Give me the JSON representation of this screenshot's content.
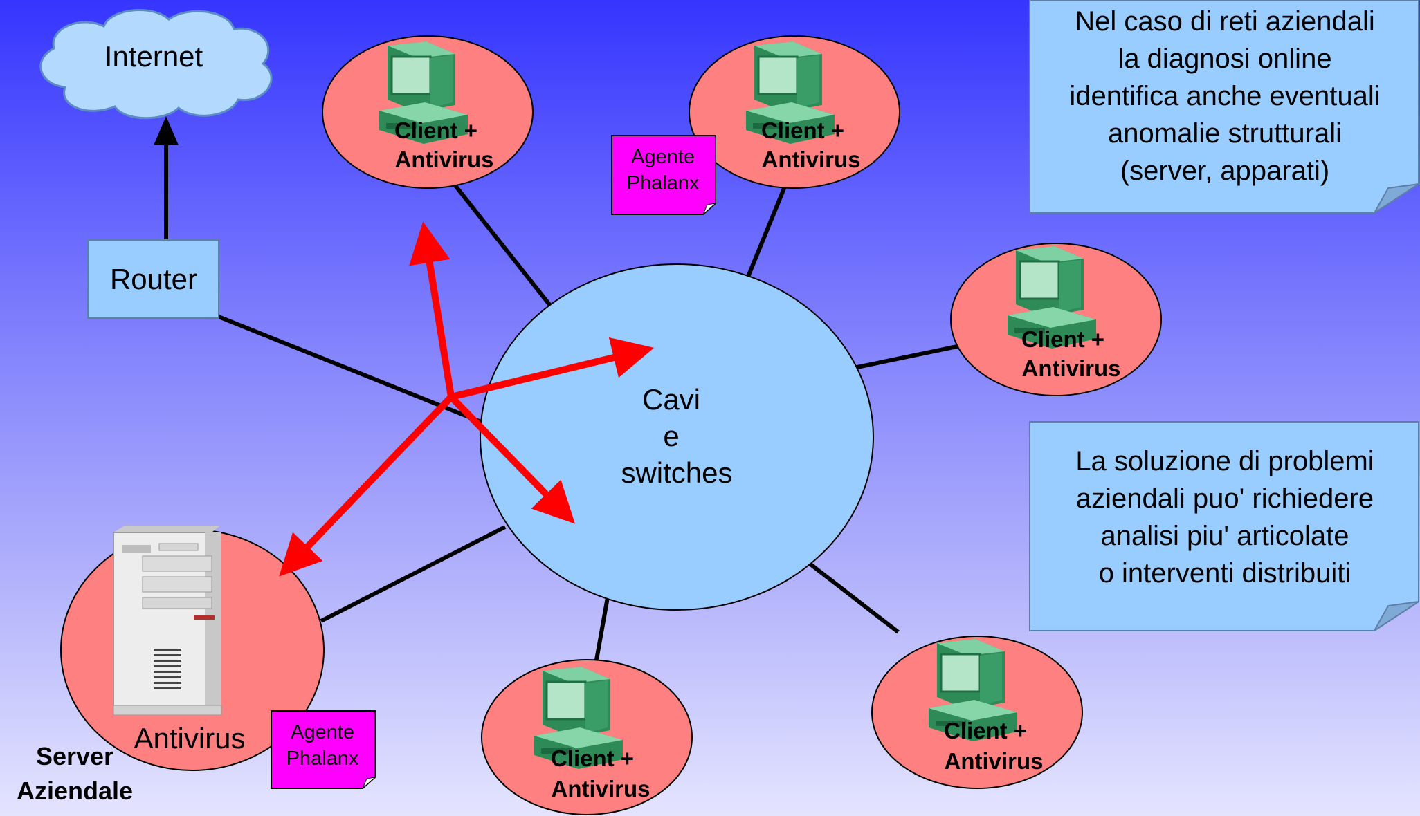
{
  "internet": {
    "label": "Internet"
  },
  "router": {
    "label": "Router"
  },
  "hub": {
    "line1": "Cavi",
    "line2": "e",
    "line3": "switches"
  },
  "clients": [
    {
      "line1": "Client +",
      "line2": "Antivirus"
    },
    {
      "line1": "Client +",
      "line2": "Antivirus"
    },
    {
      "line1": "Client +",
      "line2": "Antivirus"
    },
    {
      "line1": "Client +",
      "line2": "Antivirus"
    },
    {
      "line1": "Client +",
      "line2": "Antivirus"
    }
  ],
  "server": {
    "label": "Antivirus",
    "caption_line1": "Server",
    "caption_line2": "Aziendale"
  },
  "agent_notes": [
    {
      "line1": "Agente",
      "line2": "Phalanx"
    },
    {
      "line1": "Agente",
      "line2": "Phalanx"
    }
  ],
  "callouts": [
    {
      "lines": [
        "Nel caso di reti aziendali",
        "la diagnosi online",
        "identifica anche eventuali",
        "anomalie strutturali",
        "(server, apparati)"
      ]
    },
    {
      "lines": [
        "La soluzione di problemi",
        "aziendali puo' richiedere",
        "analisi piu' articolate",
        "o interventi distribuiti"
      ]
    }
  ],
  "colors": {
    "node_fill": "#ff8080",
    "hub_fill": "#99ccff",
    "arrow": "#ff0000",
    "note": "#ff00ff",
    "callout": "#99ccff"
  }
}
